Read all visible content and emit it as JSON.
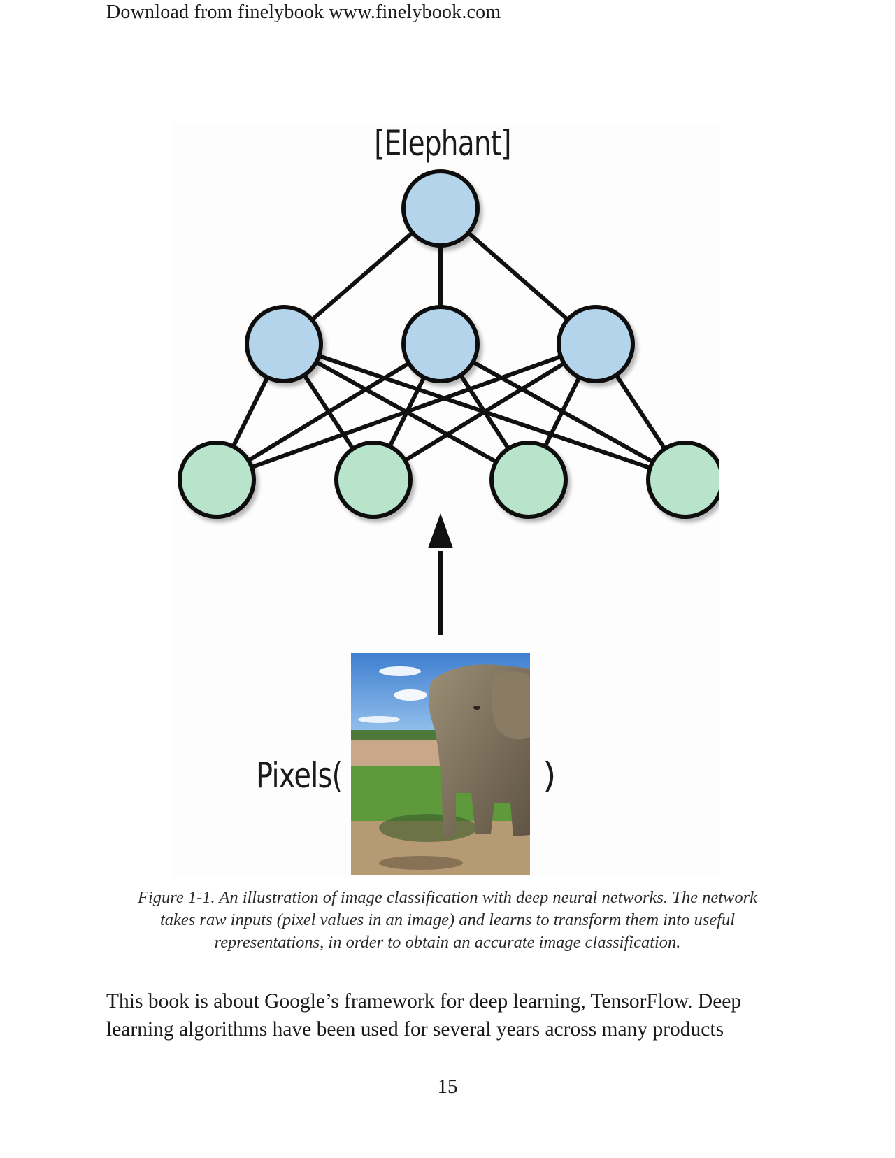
{
  "header": {
    "text": "Download from finelybook www.finelybook.com"
  },
  "figure": {
    "output_label": "[Elephant]",
    "input_label_open": "Pixels(",
    "input_label_close": ")",
    "output_node_color": "#b4d4ec",
    "hidden_node_color": "#b4d4ec",
    "input_node_color": "#b8e4cc",
    "layers": {
      "input_nodes": 4,
      "hidden_nodes": 3,
      "output_nodes": 1
    },
    "image": "elephant-photo"
  },
  "caption": {
    "lines": [
      "Figure 1-1. An illustration of image classification with deep neural networks. The network",
      "takes raw inputs (pixel values in an image) and learns to transform them into useful",
      "representations, in order to obtain an accurate image classification."
    ]
  },
  "body": {
    "lines": [
      "This book is about Google’s framework for deep learning, TensorFlow. Deep",
      "learning algorithms have been used for several years across many products"
    ]
  },
  "page_number": "15"
}
